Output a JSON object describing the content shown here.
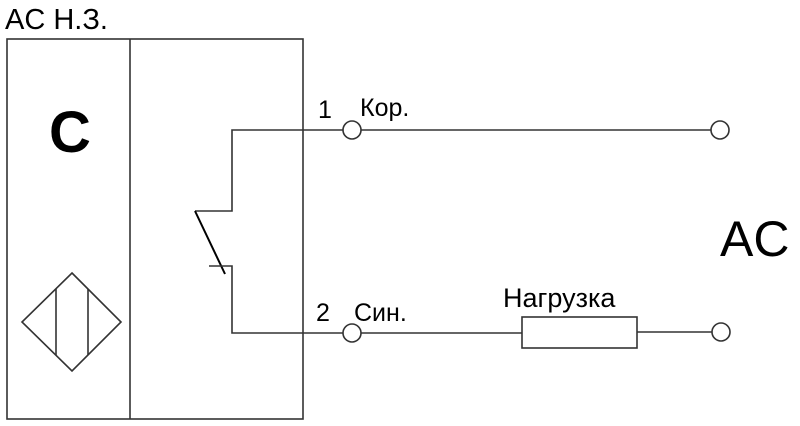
{
  "title": "AC Н.З.",
  "sensor_letter": "C",
  "terminals": [
    {
      "number": "1",
      "label": "Кор."
    },
    {
      "number": "2",
      "label": "Син."
    }
  ],
  "load_label": "Нагрузка",
  "supply_label": "AC"
}
